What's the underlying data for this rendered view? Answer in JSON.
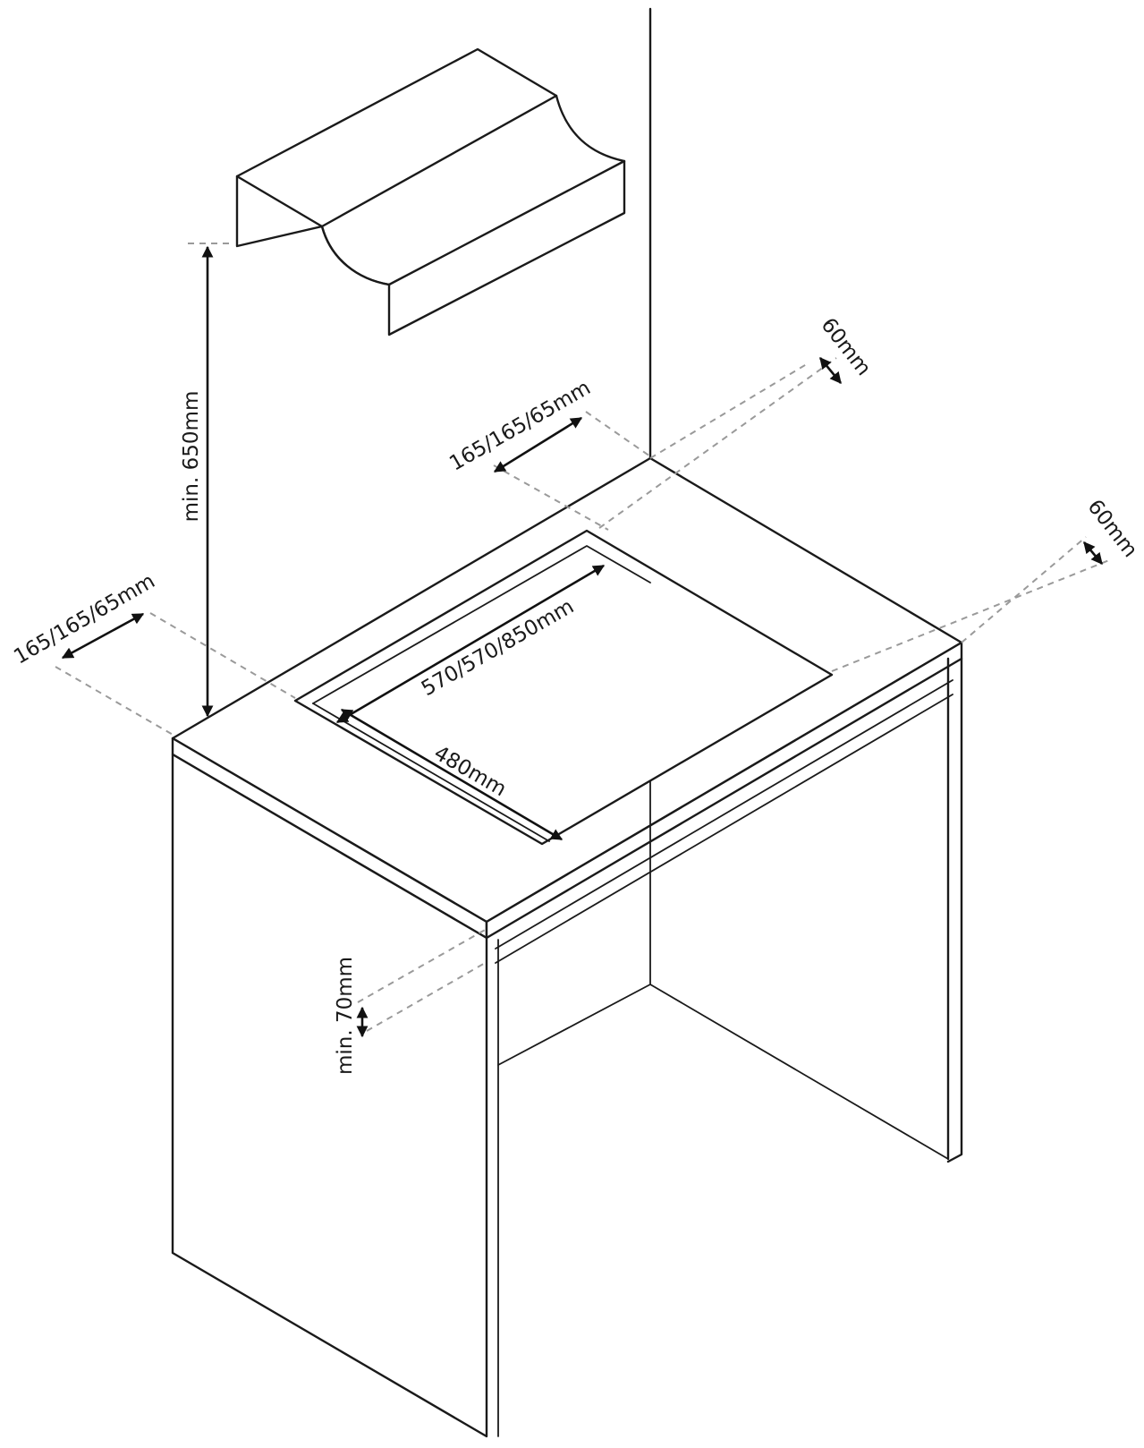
{
  "labels": {
    "hood_clearance": "min. 650mm",
    "side_left": "165/165/65mm",
    "side_back": "165/165/65mm",
    "back_right": "60mm",
    "front_right": "60mm",
    "cutout_width": "570/570/850mm",
    "cutout_depth": "480mm",
    "below_gap": "min. 70mm"
  },
  "colors": {
    "line": "#1a1a1a",
    "dashed": "#9a9a9a",
    "background": "#ffffff"
  }
}
